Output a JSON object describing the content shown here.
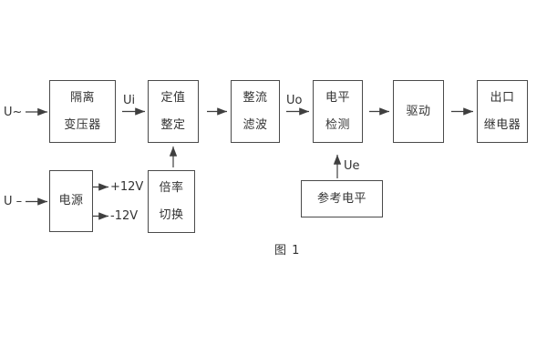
{
  "diagram": {
    "caption": "图 1",
    "blocks": {
      "isolation_transformer": {
        "line1": "隔离",
        "line2": "变压器"
      },
      "setting_adjust": {
        "line1": "定值",
        "line2": "整定"
      },
      "rectifier_filter": {
        "line1": "整流",
        "line2": "滤波"
      },
      "level_detector": {
        "line1": "电平",
        "line2": "检测"
      },
      "driver": {
        "line1": "驱动"
      },
      "output_relay": {
        "line1": "出口",
        "line2": "继电器"
      },
      "power_supply": {
        "line1": "电源"
      },
      "ratio_switch": {
        "line1": "倍率",
        "line2": "切换"
      },
      "reference_level": {
        "line1": "参考电平"
      }
    },
    "signals": {
      "u_ac": "U~",
      "u_dc": "U –",
      "ui": "Ui",
      "uo": "Uo",
      "ue": "Ue",
      "plus12v": "+12V",
      "minus12v": "-12V"
    },
    "colors": {
      "line": "#3f3f3f",
      "text": "#333333",
      "background": "#ffffff"
    }
  }
}
